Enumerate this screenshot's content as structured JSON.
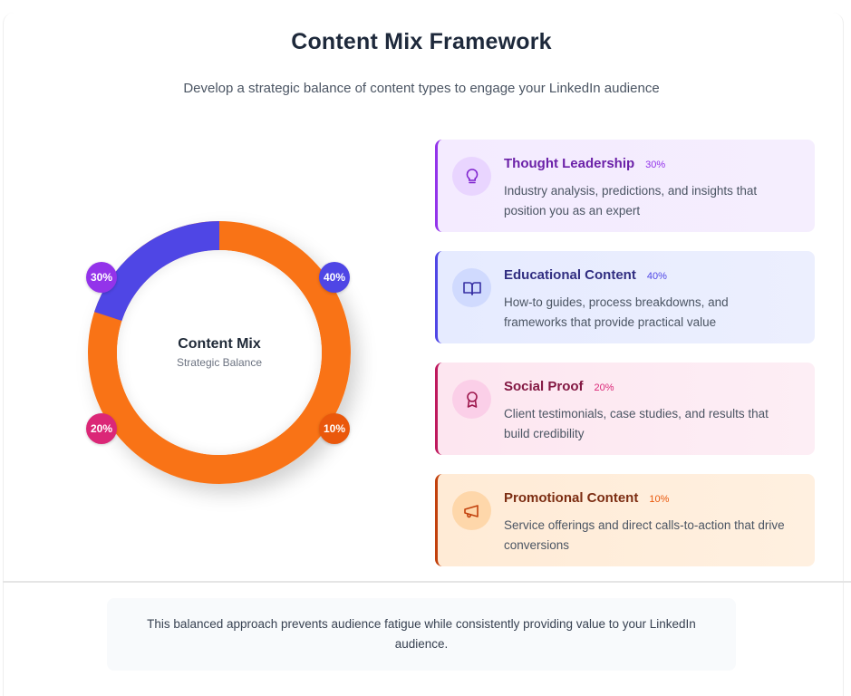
{
  "header": {
    "title": "Content Mix Framework",
    "subtitle": "Develop a strategic balance of content types to engage your LinkedIn audience"
  },
  "donut": {
    "center_title": "Content Mix",
    "center_subtitle": "Strategic Balance",
    "badges": [
      {
        "label": "30%",
        "color": "#9333ea",
        "position": "top-left"
      },
      {
        "label": "40%",
        "color": "#4f46e5",
        "position": "top-right"
      },
      {
        "label": "20%",
        "color": "#db2777",
        "position": "bottom-left"
      },
      {
        "label": "10%",
        "color": "#ea580c",
        "position": "bottom-right"
      }
    ],
    "ring_colors": {
      "primary": "#f97316",
      "secondary": "#4f46e5"
    }
  },
  "cards": [
    {
      "name": "Thought Leadership",
      "percent": "30%",
      "description": "Industry analysis, predictions, and insights that position you as an expert",
      "icon": "lightbulb-icon",
      "accent": "#7e22ce",
      "bg": "#f3e8ff",
      "icon_bg": "#e9d5ff"
    },
    {
      "name": "Educational Content",
      "percent": "40%",
      "description": "How-to guides, process breakdowns, and frameworks that provide practical value",
      "icon": "book-open-icon",
      "accent": "#3730a3",
      "bg": "#e6ebff",
      "icon_bg": "#d0dafe"
    },
    {
      "name": "Social Proof",
      "percent": "20%",
      "description": "Client testimonials, case studies, and results that build credibility",
      "icon": "award-ribbon-icon",
      "accent": "#9d174d",
      "bg": "#fde7f1",
      "icon_bg": "#fbcfe8"
    },
    {
      "name": "Promotional Content",
      "percent": "10%",
      "description": "Service offerings and direct calls-to-action that drive conversions",
      "icon": "megaphone-icon",
      "accent": "#9a3412",
      "bg": "#ffedd5",
      "icon_bg": "#fed7aa"
    }
  ],
  "footer": {
    "text": "This balanced approach prevents audience fatigue while consistently providing value to your LinkedIn audience."
  },
  "chart_data": {
    "type": "pie",
    "title": "Content Mix",
    "subtitle": "Strategic Balance",
    "categories": [
      "Thought Leadership",
      "Educational Content",
      "Social Proof",
      "Promotional Content"
    ],
    "values": [
      30,
      40,
      20,
      10
    ],
    "unit": "%",
    "variant": "donut",
    "legend_position": "right"
  }
}
